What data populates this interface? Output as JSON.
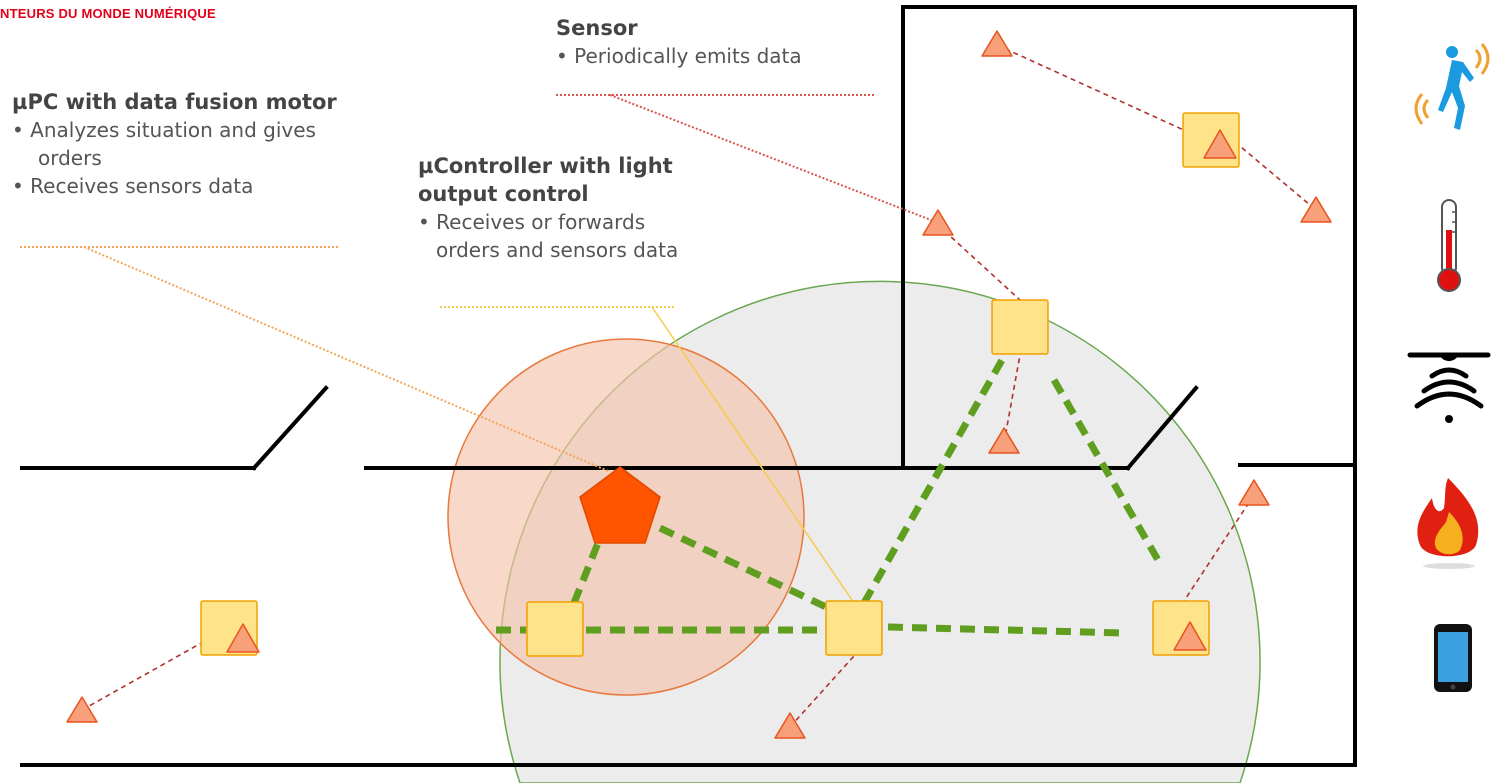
{
  "brand": {
    "text": "NTEURS DU MONDE NUMÉRIQUE"
  },
  "labels": {
    "upc": {
      "title": "µPC with data fusion motor",
      "bullets": [
        "• Analyzes situation and gives",
        "orders",
        "• Receives sensors data"
      ]
    },
    "ucontroller": {
      "title_line1": "µController with light",
      "title_line2": "output control",
      "bullets": [
        "• Receives or forwards",
        "orders and sensors data"
      ]
    },
    "sensor": {
      "title": "Sensor",
      "bullets": [
        "• Periodically emits data"
      ]
    }
  },
  "icons": {
    "side": [
      "running-person-icon",
      "thermometer-icon",
      "wireless-ceiling-sensor-icon",
      "fire-icon",
      "smartphone-icon"
    ]
  },
  "colors": {
    "wall": "#000000",
    "node_fill": "#ffe38a",
    "node_stroke": "#f2a000",
    "sensor_fill": "#f7a07a",
    "sensor_stroke": "#e8541e",
    "pentagon": "#ff5500",
    "link_green": "#5f9e1e",
    "link_red": "#b03030",
    "zone_orange_fill": "#f7d3c0",
    "zone_orange_stroke": "#e8783c",
    "zone_gray_fill": "#e9e9e9",
    "zone_green_stroke": "#6aa84f",
    "leader_orange": "#f2a65a",
    "leader_yellow": "#f5cc4a",
    "leader_red": "#d9534f"
  }
}
